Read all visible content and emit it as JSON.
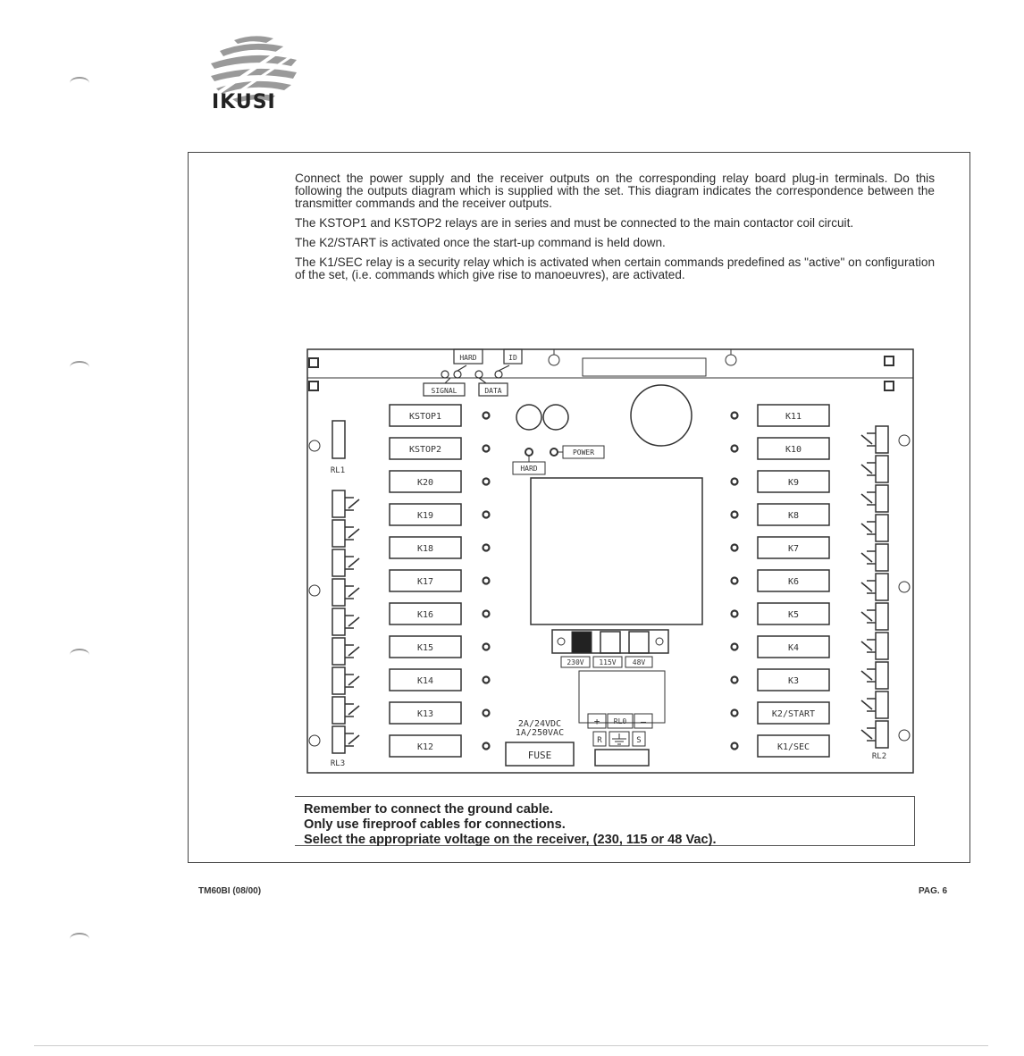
{
  "logo": {
    "text": "IKUSI"
  },
  "paragraphs": [
    "Connect the power supply and the receiver outputs on the corresponding relay board plug-in terminals. Do this following the outputs diagram which is supplied with the set. This diagram indicates the correspondence between the transmitter commands and the receiver outputs.",
    "The KSTOP1 and KSTOP2 relays are in series and must be connected to the main contactor coil circuit.",
    "The K2/START is activated once the start-up command is held down.",
    "The K1/SEC relay is a security relay which is activated when certain commands predefined as \"active\" on configuration of the set, (i.e. commands which give rise to manoeuvres), are activated."
  ],
  "diagram": {
    "top_labels": {
      "hard": "HARD",
      "id": "ID",
      "signal": "SIGNAL",
      "data": "DATA"
    },
    "left_relays": [
      "KSTOP1",
      "KSTOP2",
      "K20",
      "K19",
      "K18",
      "K17",
      "K16",
      "K15",
      "K14",
      "K13",
      "K12"
    ],
    "right_relays": [
      "K11",
      "K10",
      "K9",
      "K8",
      "K7",
      "K6",
      "K5",
      "K4",
      "K3",
      "K2/START",
      "K1/SEC"
    ],
    "rl_labels": {
      "rl1": "RL1",
      "rl2": "RL2",
      "rl3": "RL3"
    },
    "power_label": "POWER",
    "hard_label": "HARD",
    "voltages": [
      "230V",
      "115V",
      "48V"
    ],
    "terminals": {
      "plus": "+",
      "rl0": "RL0",
      "minus": "—",
      "r": "R",
      "s": "S"
    },
    "fuse_rating": [
      "2A/24VDC",
      "1A/250VAC"
    ],
    "fuse_label": "FUSE"
  },
  "notes": [
    "Remember to connect the ground cable.",
    "Only use fireproof cables for connections.",
    "Select the appropriate voltage on the receiver, (230, 115 or 48 Vac)."
  ],
  "footer": {
    "doc_code": "TM60BI (08/00)",
    "page": "PAG. 6"
  }
}
